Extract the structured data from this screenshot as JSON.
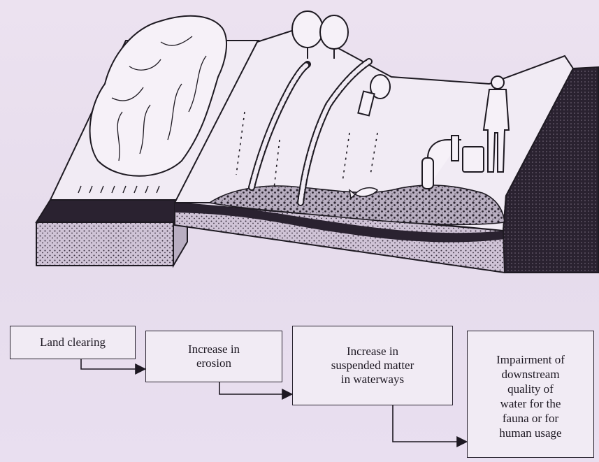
{
  "flow": {
    "steps": [
      {
        "label": "Land clearing"
      },
      {
        "label": "Increase in\nerosion"
      },
      {
        "label": "Increase in\nsuspended matter\nin waterways"
      },
      {
        "label": "Impairment of\ndownstream\nquality of\nwater for the\nfauna or for\nhuman usage"
      }
    ]
  },
  "colors": {
    "ink": "#1d1822",
    "paper": "#e9dfee"
  }
}
